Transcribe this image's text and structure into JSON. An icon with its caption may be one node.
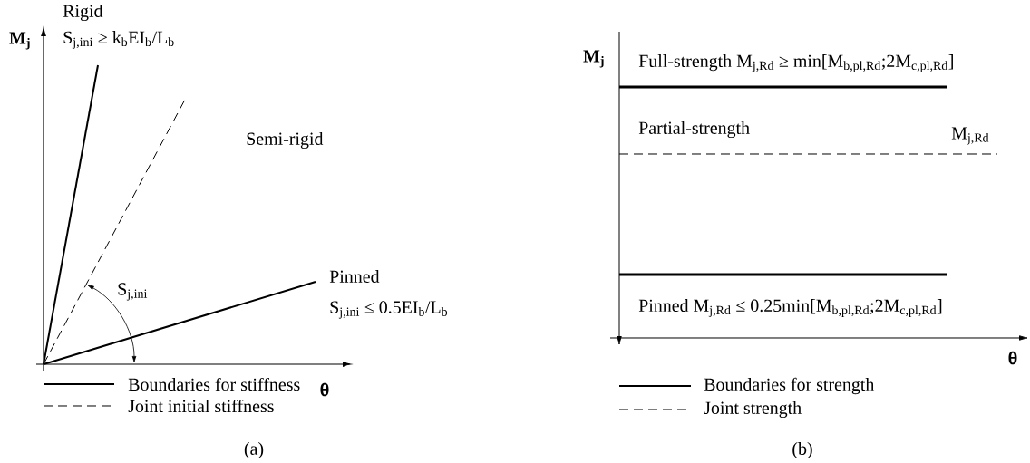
{
  "diagram": {
    "labels": [
      "Rigid",
      "S$_{j,ini}$ ≥ k$_{b}$EI$_{b}$/L$_{b}$",
      "M$_{j}$",
      "Semi-rigid",
      "S$_{j,ini}$",
      "Pinned",
      "S$_{j,ini}$ ≤ 0.5EI$_{b}$/L$_{b}$",
      "θ",
      "(a)",
      "M$_{j}$",
      "Full-strength M$_{j,Rd}$ ≥ min[M$_{b,pl,Rd}$;2M$_{c,pl,Rd}$]",
      "Partial-strength",
      "M$_{j,Rd}$",
      "Pinned M$_{j,Rd}$ ≤ 0.25min[M$_{b,pl,Rd}$;2M$_{c,pl,Rd}$]",
      "θ",
      "(b)"
    ],
    "legend": [
      {
        "text": "Boundaries for stiffness"
      },
      {
        "text": "Joint initial stiffness"
      },
      {
        "text": "Boundaries for strength"
      },
      {
        "text": "Joint strength"
      }
    ]
  }
}
